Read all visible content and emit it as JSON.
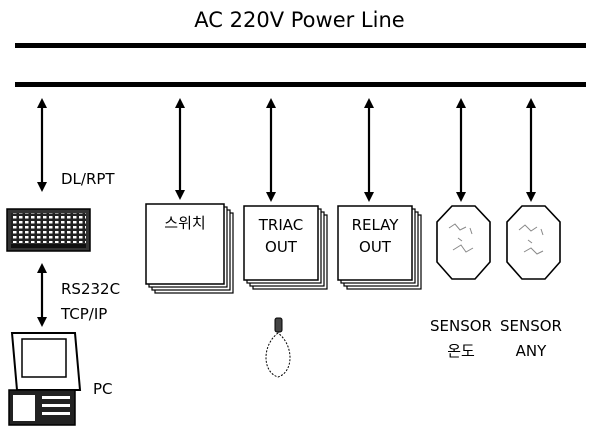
{
  "title": "AC 220V Power Line",
  "labels": {
    "dl_rpt": "DL/RPT",
    "rs232c": "RS232C",
    "tcp_ip": "TCP/IP",
    "pc": "PC"
  },
  "modules": {
    "switch": "스위치",
    "triac_1": "TRIAC",
    "triac_2": "OUT",
    "relay_1": "RELAY",
    "relay_2": "OUT"
  },
  "sensors": {
    "temp_1": "SENSOR",
    "temp_2": "온도",
    "any_1": "SENSOR",
    "any_2": "ANY"
  }
}
